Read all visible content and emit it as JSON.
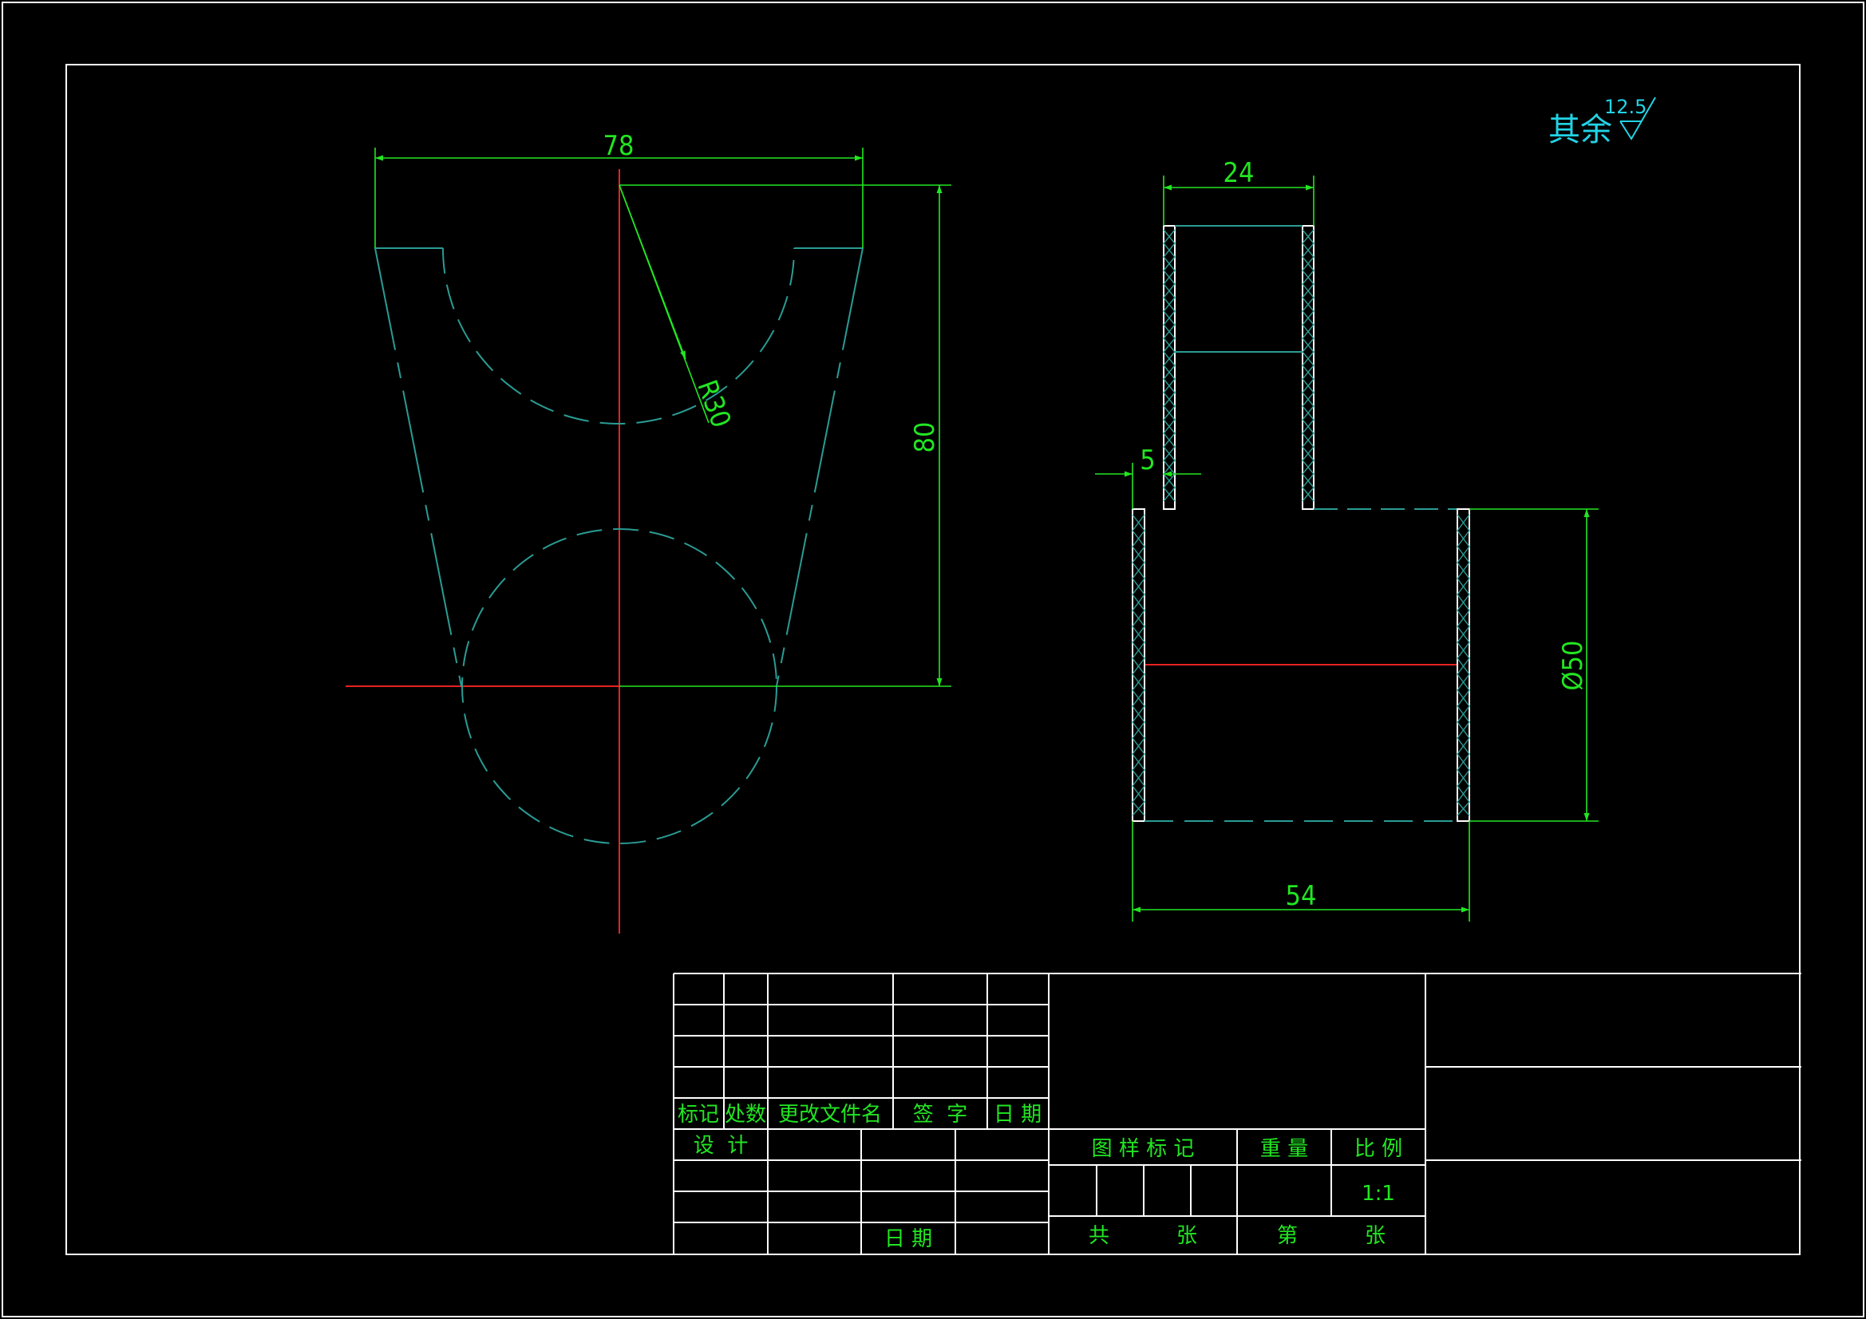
{
  "colors": {
    "background": "#000000",
    "frame": "#ffffff",
    "dimension": "#22e622",
    "outline": "#2a9c94",
    "centerline": "#e62222",
    "cyan": "#22d3e6"
  },
  "drawing": {
    "roughness": {
      "label": "其余",
      "value": "12.5"
    },
    "left_view": {
      "width_dim": "78",
      "height_dim": "80",
      "radius_dim": "R30"
    },
    "right_view": {
      "top_width_dim": "24",
      "wall_dim": "5",
      "diameter_dim": "Ø50",
      "bottom_width_dim": "54"
    }
  },
  "title_block": {
    "revision_headers": [
      "标记",
      "处数",
      "更改文件名",
      "签  字",
      "日 期"
    ],
    "design_label": "设  计",
    "date_label": "日 期",
    "marking_label": "图 样 标 记",
    "weight_label": "重 量",
    "scale_label": "比 例",
    "scale_value": "1:1",
    "total_label": "共",
    "sheet_word": "张",
    "sheet_no_label": "第",
    "sheet_word_2": "张"
  }
}
